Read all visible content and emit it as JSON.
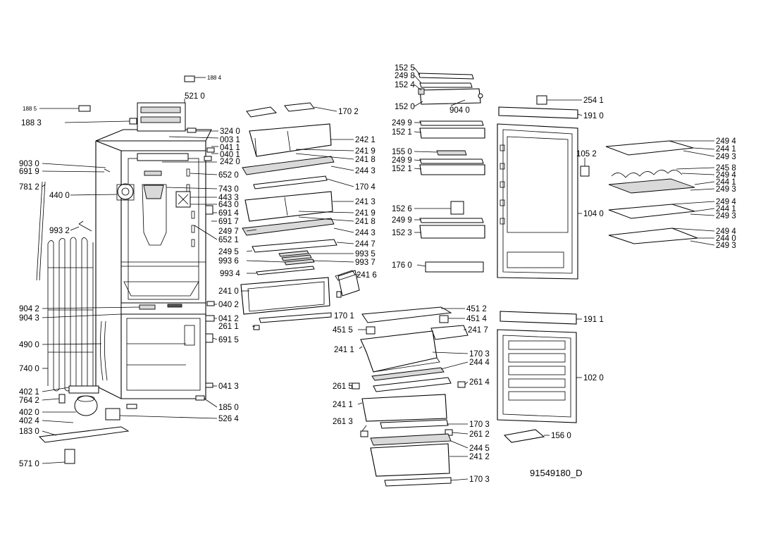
{
  "drawing_code": "91549180_D",
  "callouts": {
    "c1884": "188 4",
    "c1885": "188 5",
    "c5210": "521 0",
    "c1883": "188 3",
    "c3240": "324 0",
    "c0031": "003 1",
    "c0411": "041 1",
    "c0401": "040 1",
    "c9030": "903 0",
    "c6919": "691 9",
    "c2420": "242 0",
    "c6520": "652 0",
    "c7812": "781 2",
    "c4400": "440 0",
    "c7430": "743 0",
    "c4433": "443 3",
    "c6430": "643 0",
    "c6914": "691 4",
    "c6917": "691 7",
    "c6521": "652 1",
    "c9932": "993 2",
    "c9042": "904 2",
    "c9043": "904 3",
    "c4900": "490 0",
    "c7400": "740 0",
    "c4021": "402 1",
    "c7642": "764 2",
    "c4020": "402 0",
    "c4024": "402 4",
    "c1830": "183 0",
    "c5710": "571 0",
    "c0402": "040 2",
    "c0412": "041 2",
    "c6915": "691 5",
    "c0413": "041 3",
    "c1850": "185 0",
    "c5264": "526 4",
    "c1702": "170 2",
    "c2421": "242 1",
    "c2419a": "241 9",
    "c2418a": "241 8",
    "c2443a": "244 3",
    "c1704": "170 4",
    "c2413": "241 3",
    "c2419b": "241 9",
    "c2418b": "241 8",
    "c2497": "249 7",
    "c2443b": "244 3",
    "c2447": "244 7",
    "c2495": "249 5",
    "c9935": "993 5",
    "c9936": "993 6",
    "c9937": "993 7",
    "c9934": "993 4",
    "c2416": "241 6",
    "c2410": "241 0",
    "c1701": "170 1",
    "c2611": "261 1",
    "c1525": "152 5",
    "c2498": "249 8",
    "c1524": "152 4",
    "c1520": "152 0",
    "c9040": "904 0",
    "c2499a": "249 9",
    "c1521a": "152 1",
    "c1550": "155 0",
    "c2499b": "249 9",
    "c1521b": "152 1",
    "c1526": "152 6",
    "c2499c": "249 9",
    "c1523": "152 3",
    "c1760": "176 0",
    "c2541": "254 1",
    "c1910": "191 0",
    "c1052": "105 2",
    "c1040": "104 0",
    "c1911": "191 1",
    "c1020": "102 0",
    "c1560": "156 0",
    "c2494a": "249 4",
    "c2441a": "244 1",
    "c2493a": "249 3",
    "c2458": "245 8",
    "c2494b": "249 4",
    "c2441b": "244 1",
    "c2493b": "249 3",
    "c2494c": "249 4",
    "c2441c": "244 1",
    "c2493c": "249 3",
    "c2494d": "249 4",
    "c2440": "244 0",
    "c2493d": "249 3",
    "c4512": "451 2",
    "c4515": "451 5",
    "c4514": "451 4",
    "c2417": "241 7",
    "c2411a": "241 1",
    "c1703a": "170 3",
    "c2444": "244 4",
    "c2615": "261 5",
    "c2614": "261 4",
    "c2411b": "241 1",
    "c2613": "261 3",
    "c1703b": "170 3",
    "c2612": "261 2",
    "c2445": "244 5",
    "c2412": "241 2",
    "c1703c": "170 3"
  }
}
